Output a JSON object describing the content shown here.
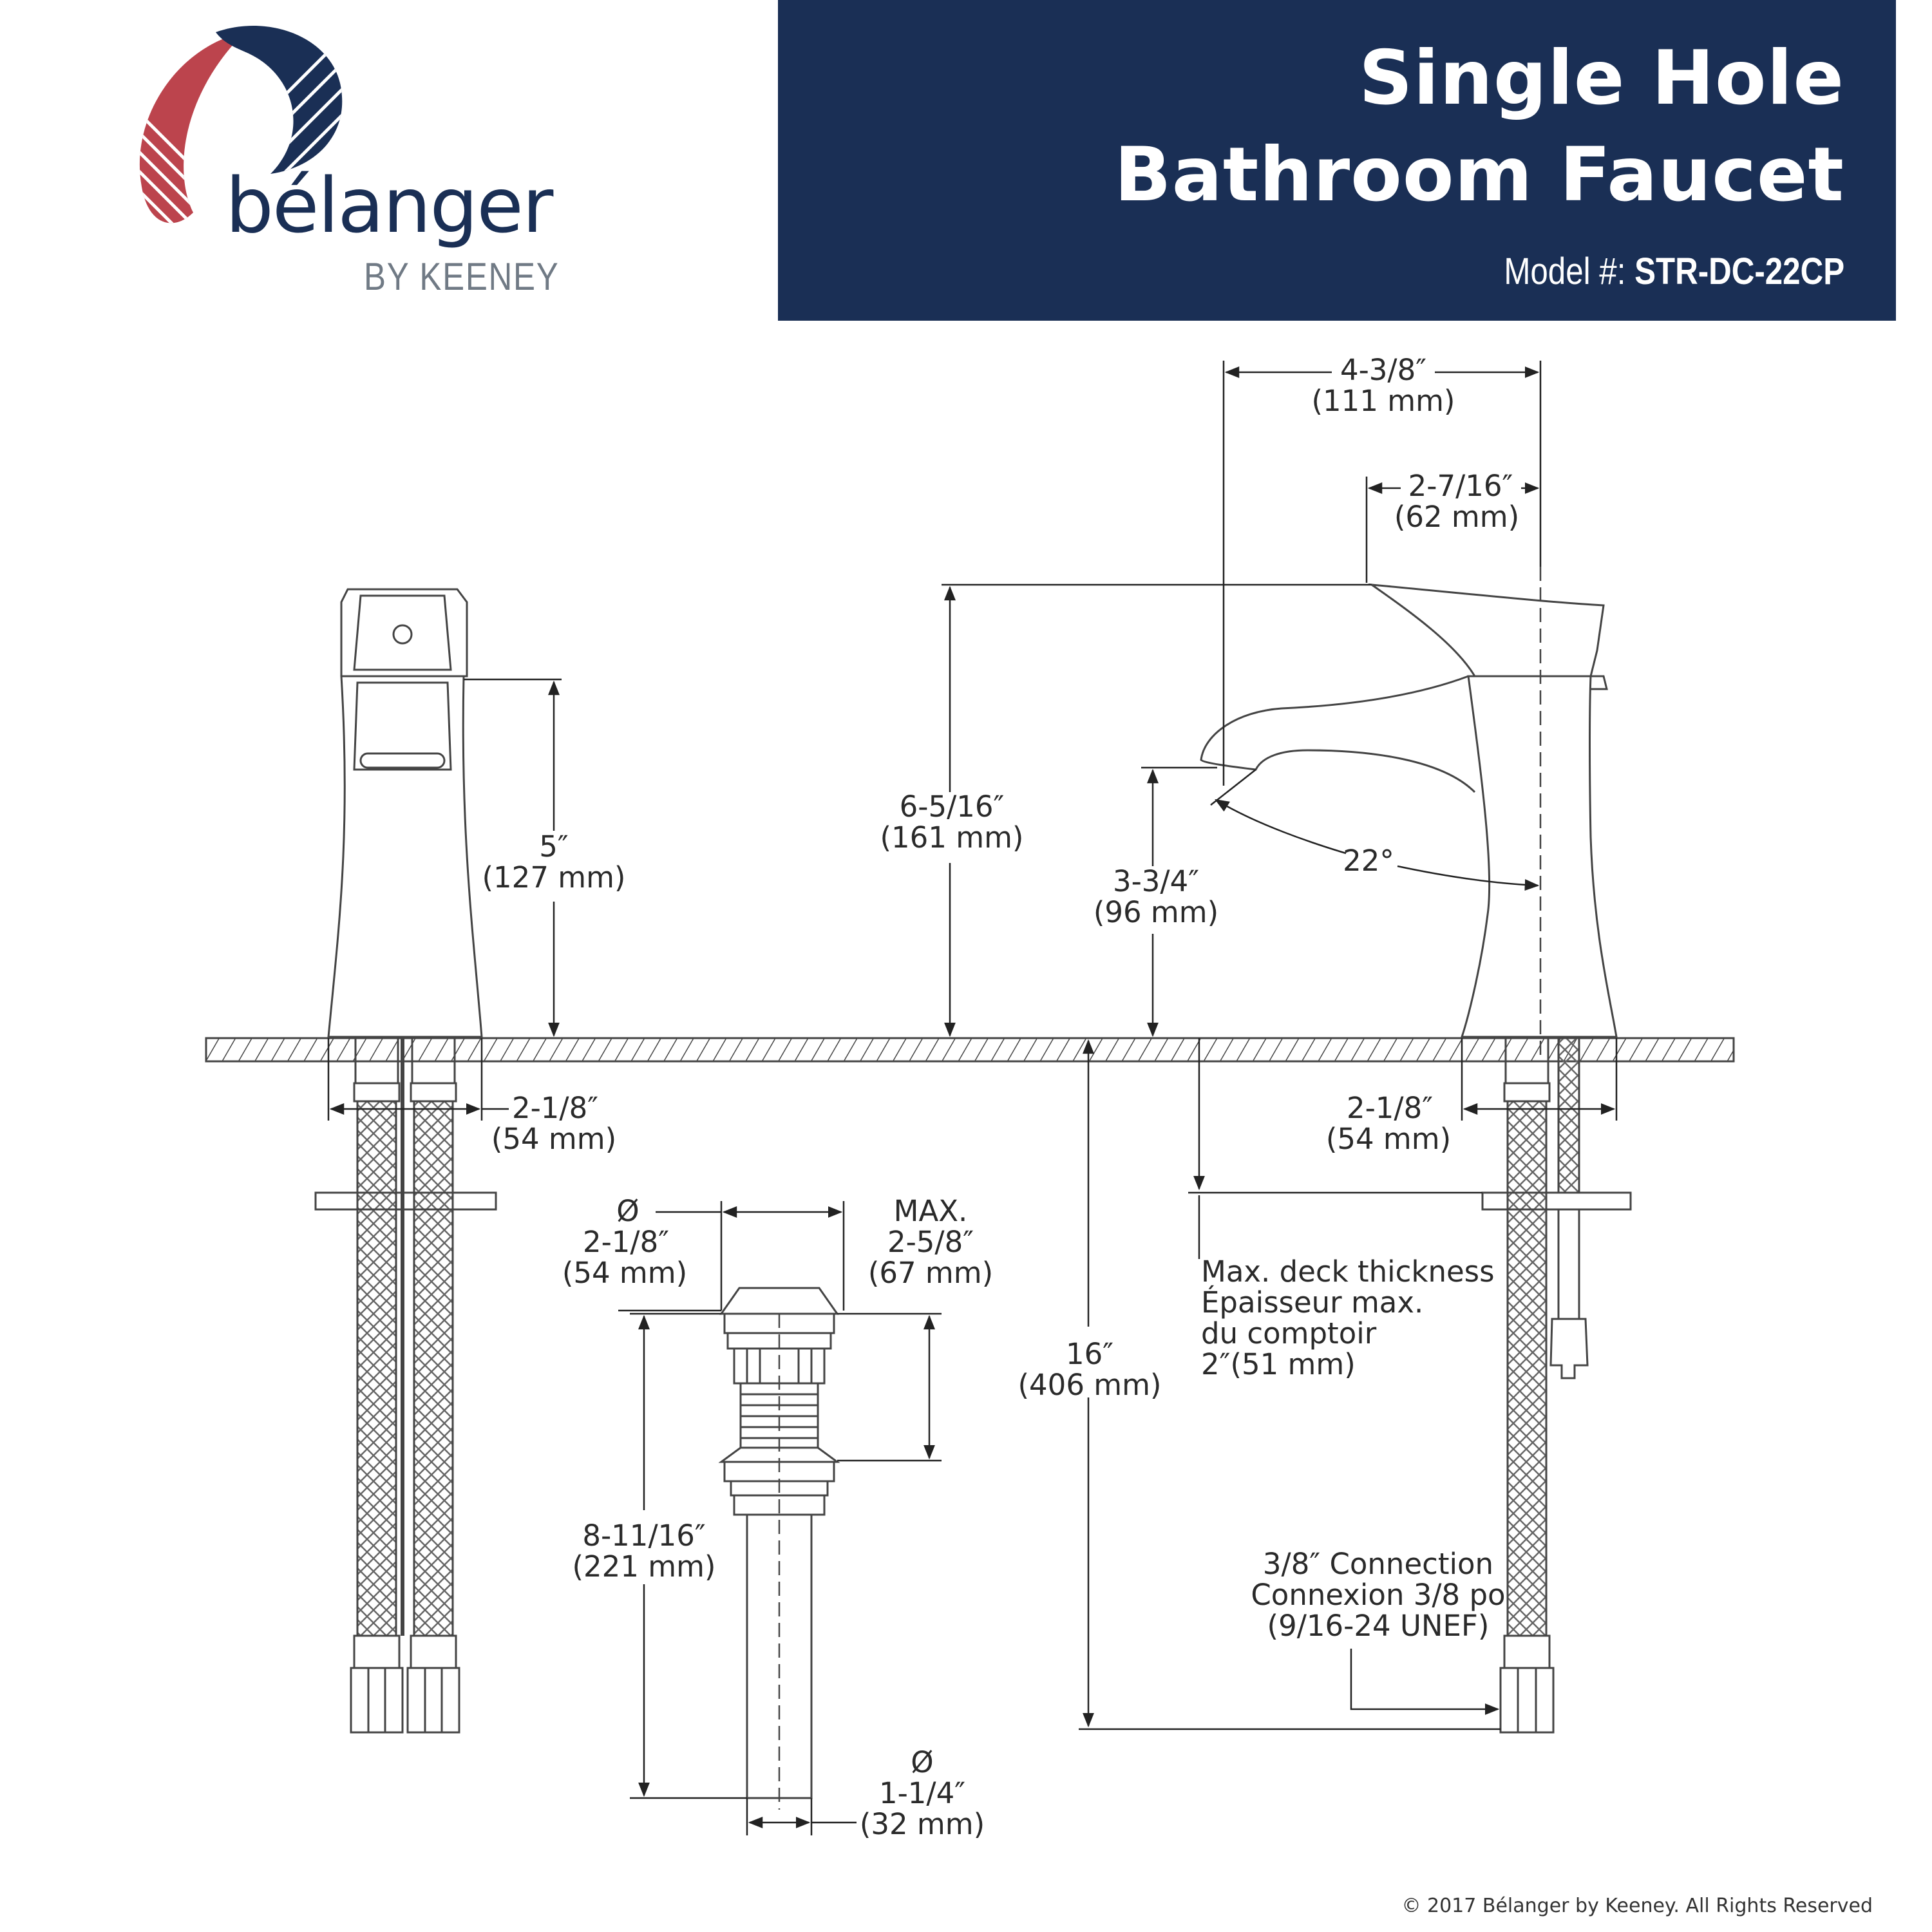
{
  "header": {
    "title_line_1": "Single Hole",
    "title_line_2": "Bathroom Faucet",
    "model_label": "Model #:",
    "model_number": "STR-DC-22CP",
    "background_color": "#1a2f55"
  },
  "brand": {
    "name": "bélanger",
    "subtitle": "BY KEENEY",
    "logo_colors": {
      "red": "#b5303a",
      "navy": "#1a2f55"
    }
  },
  "dimensions": {
    "spout_reach_in": "4-3/8″",
    "spout_reach_mm": "(111 mm)",
    "spout_offset_in": "2-7/16″",
    "spout_offset_mm": "(62 mm)",
    "handle_height_in": "5″",
    "handle_height_mm": "(127 mm)",
    "overall_height_in": "6-5/16″",
    "overall_height_mm": "(161 mm)",
    "spout_height_in": "3-3/4″",
    "spout_height_mm": "(96 mm)",
    "angle": "22°",
    "base_left_in": "2-1/8″",
    "base_left_mm": "(54 mm)",
    "base_right_in": "2-1/8″",
    "base_right_mm": "(54 mm)",
    "drain_dia_symbol": "Ø",
    "drain_dia_in": "2-1/8″",
    "drain_dia_mm": "(54 mm)",
    "drain_max_label": "MAX.",
    "drain_max_in": "2-5/8″",
    "drain_max_mm": "(67 mm)",
    "drain_length_in": "8-11/16″",
    "drain_length_mm": "(221 mm)",
    "tail_dia_symbol": "Ø",
    "tail_dia_in": "1-1/4″",
    "tail_dia_mm": "(32 mm)",
    "supply_length_in": "16″",
    "supply_length_mm": "(406 mm)",
    "deck_line_1": "Max. deck thickness",
    "deck_line_2": "Épaisseur max.",
    "deck_line_3": "du comptoir",
    "deck_line_4": "2″(51 mm)",
    "connection_line_1": "3/8″ Connection",
    "connection_line_2": "Connexion 3/8 po",
    "connection_line_3": "(9/16-24 UNEF)"
  },
  "footer": {
    "copyright": "© 2017 Bélanger by Keeney. All Rights Reserved"
  }
}
